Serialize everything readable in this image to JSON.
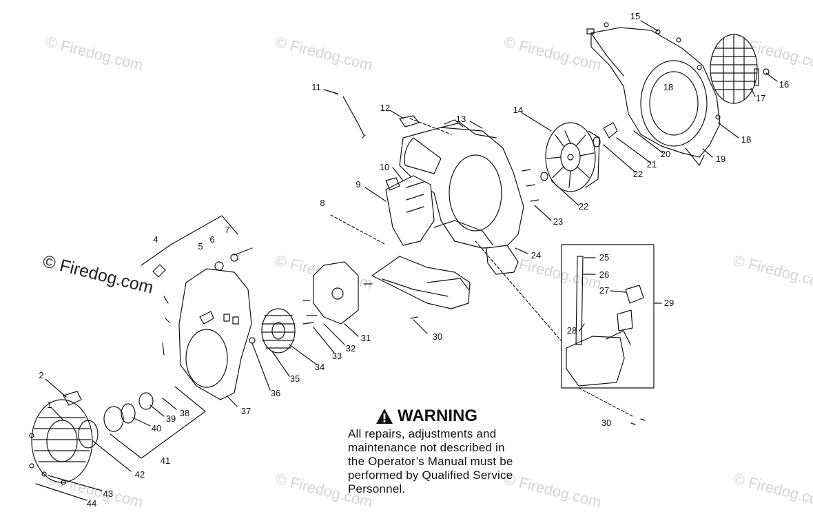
{
  "watermark": {
    "text": "© Firedog.com"
  },
  "warning": {
    "icon": "warning-triangle-icon",
    "title": "WARNING",
    "lines": [
      "All repairs, adjustments and",
      "maintenance not described in",
      "the Operator’s Manual must be",
      "performed by Qualified Service",
      "Personnel."
    ]
  },
  "callouts": {
    "c1": "1",
    "c2": "2",
    "c4": "4",
    "c5": "5",
    "c6": "6",
    "c7": "7",
    "c8": "8",
    "c9": "9",
    "c10": "10",
    "c11": "11",
    "c12": "12",
    "c13": "13",
    "c14": "14",
    "c15": "15",
    "c16": "16",
    "c17": "17",
    "c18a": "18",
    "c18b": "18",
    "c19": "19",
    "c20": "20",
    "c21": "21",
    "c22a": "22",
    "c22b": "22",
    "c23": "23",
    "c24": "24",
    "c25": "25",
    "c26": "26",
    "c27": "27",
    "c28": "28",
    "c29": "29",
    "c30a": "30",
    "c30b": "30",
    "c31": "31",
    "c32": "32",
    "c33": "33",
    "c34": "34",
    "c35": "35",
    "c36": "36",
    "c37": "37",
    "c38": "38",
    "c39": "39",
    "c40": "40",
    "c41": "41",
    "c42": "42",
    "c43": "43",
    "c44": "44"
  },
  "colors": {
    "line": "#111111",
    "watermark": "#d4d4d4"
  }
}
